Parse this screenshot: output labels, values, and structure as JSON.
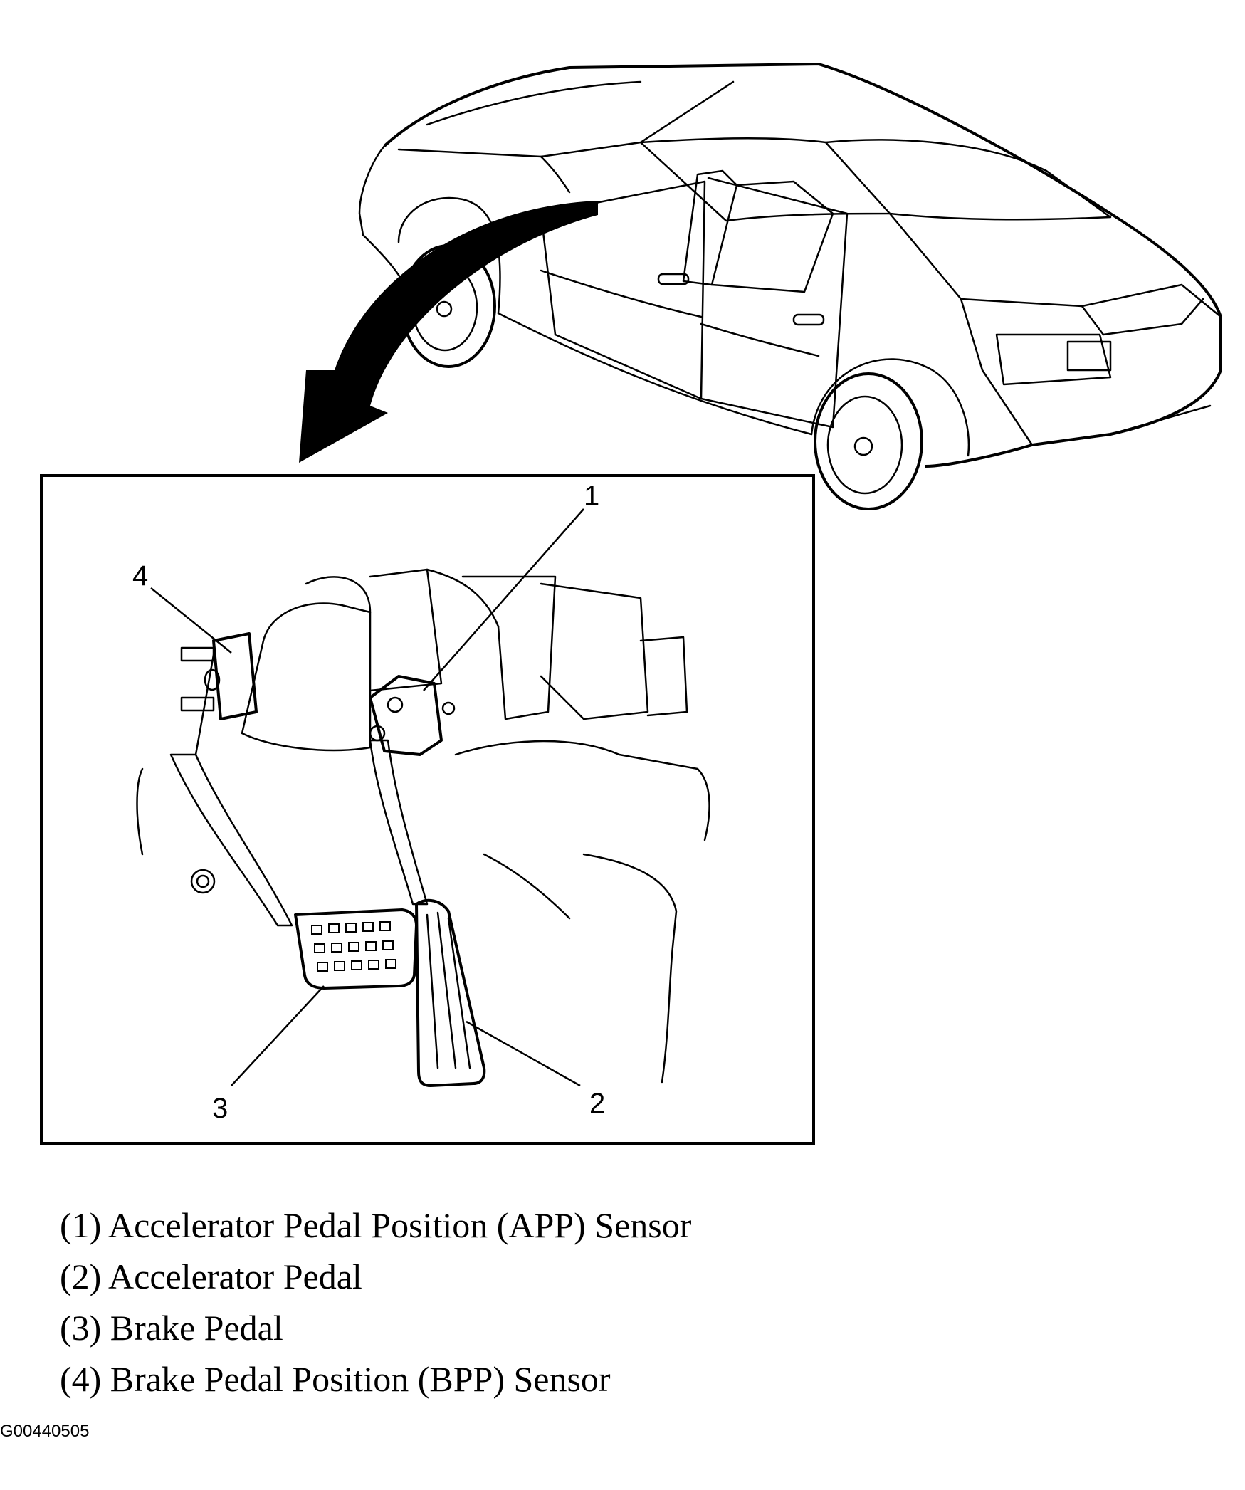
{
  "callouts": {
    "c1": "1",
    "c2": "2",
    "c3": "3",
    "c4": "4"
  },
  "legend": [
    "(1) Accelerator Pedal Position (APP) Sensor",
    "(2) Accelerator Pedal",
    "(3) Brake Pedal",
    "(4) Brake Pedal Position (BPP) Sensor"
  ],
  "figure_id": "G00440505"
}
